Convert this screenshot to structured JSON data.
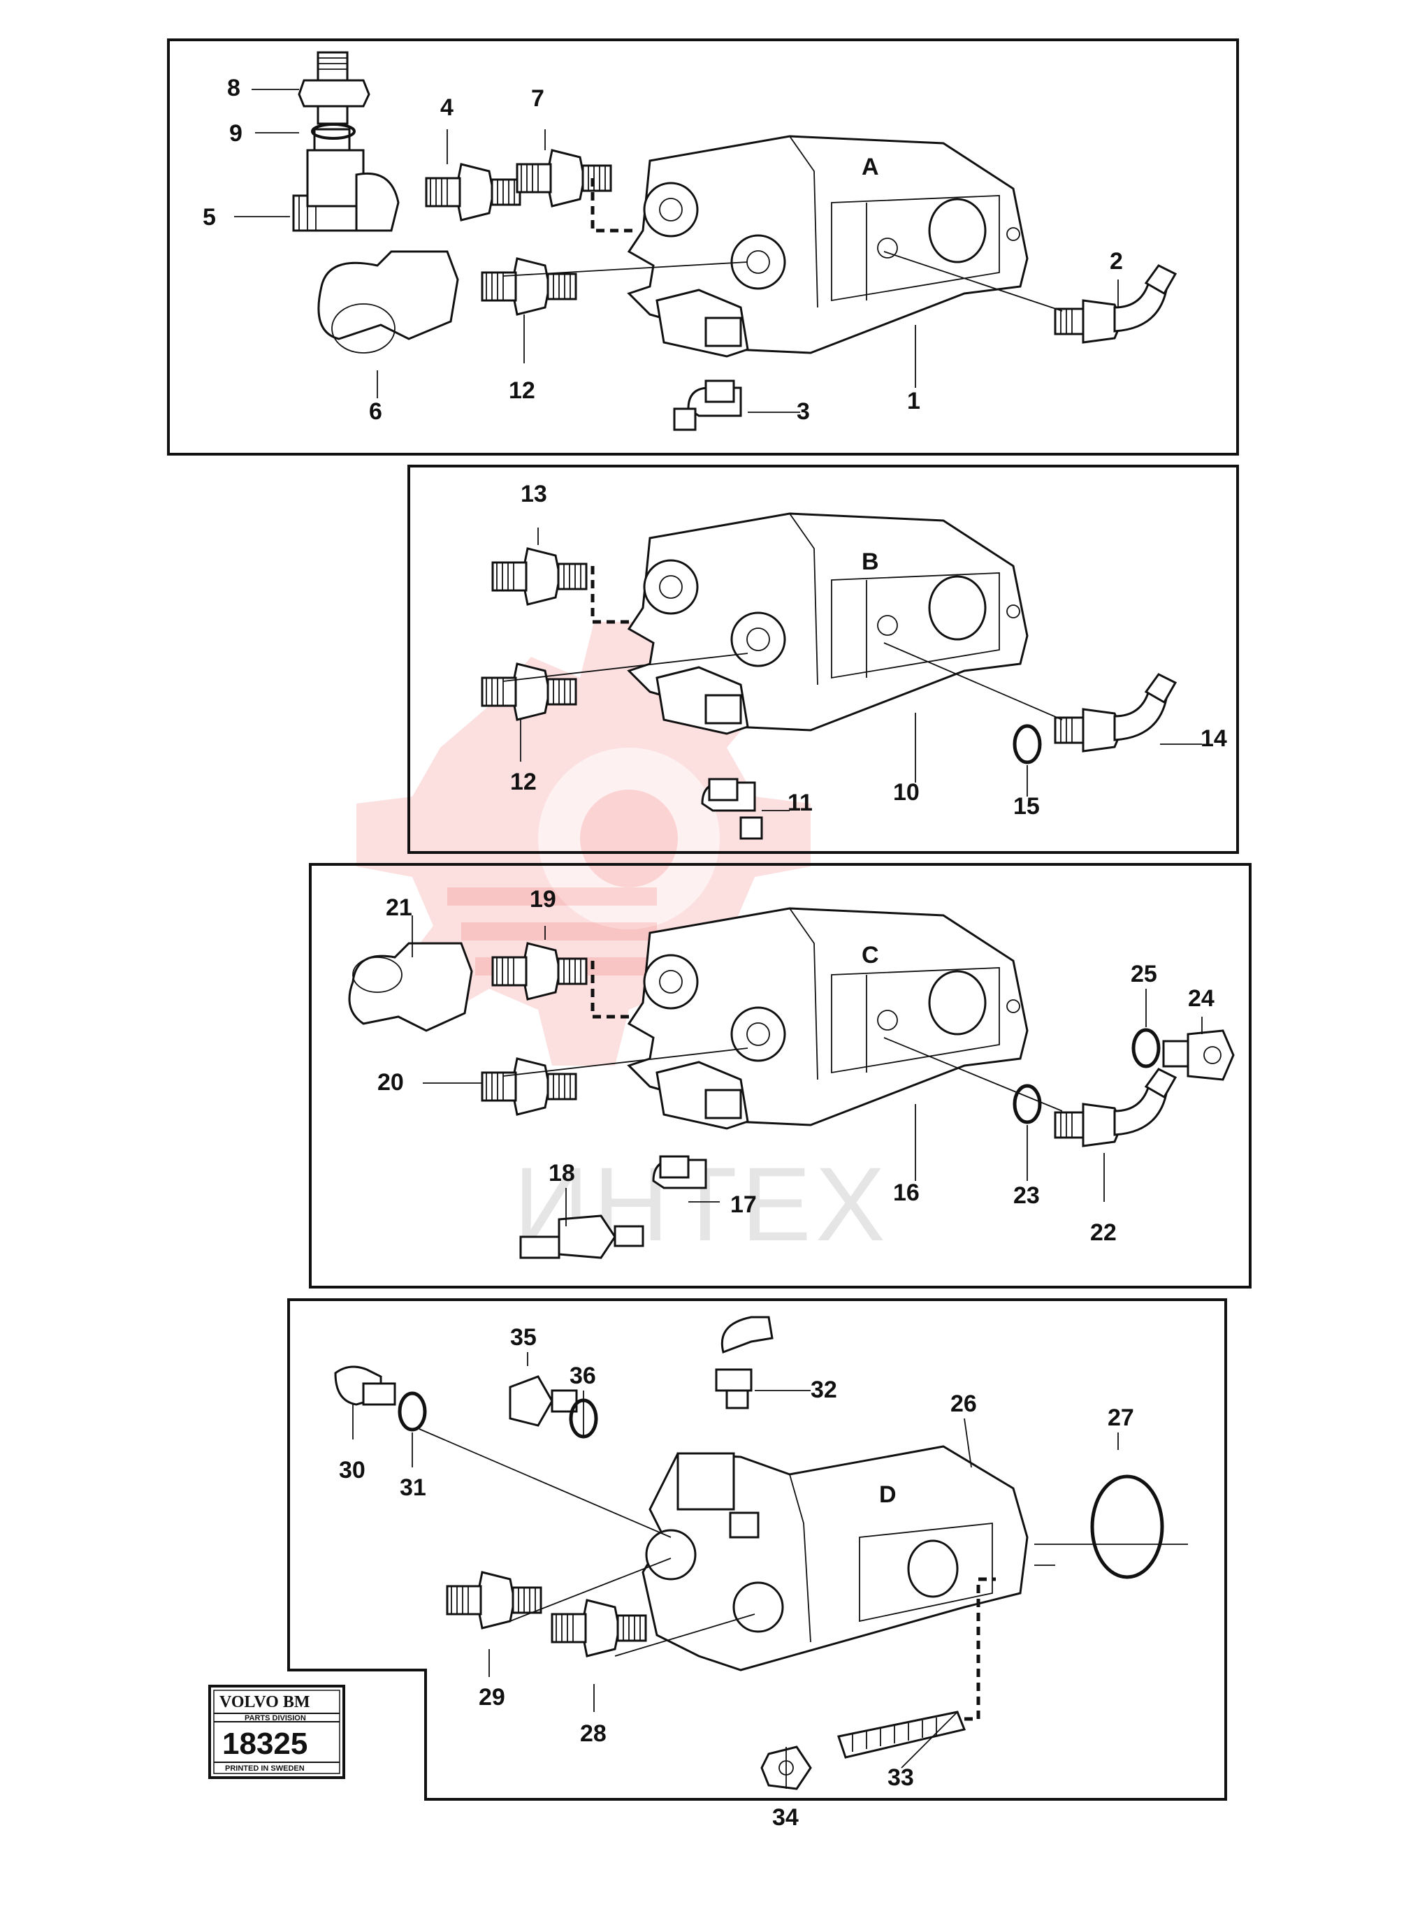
{
  "sections": [
    {
      "letter": "A",
      "parts": [
        "1",
        "2",
        "3",
        "4",
        "5",
        "6",
        "7",
        "8",
        "9",
        "12"
      ]
    },
    {
      "letter": "B",
      "parts": [
        "10",
        "11",
        "12",
        "13",
        "14",
        "15"
      ]
    },
    {
      "letter": "C",
      "parts": [
        "16",
        "17",
        "18",
        "19",
        "20",
        "21",
        "22",
        "23",
        "24",
        "25"
      ]
    },
    {
      "letter": "D",
      "parts": [
        "26",
        "27",
        "28",
        "29",
        "30",
        "31",
        "32",
        "33",
        "34",
        "35",
        "36"
      ]
    }
  ],
  "watermark_text": "ИНТЕХ",
  "stamp": {
    "brand": "VOLVO BM",
    "division": "PARTS DIVISION",
    "number": "18325",
    "printed": "PRINTED IN SWEDEN"
  }
}
